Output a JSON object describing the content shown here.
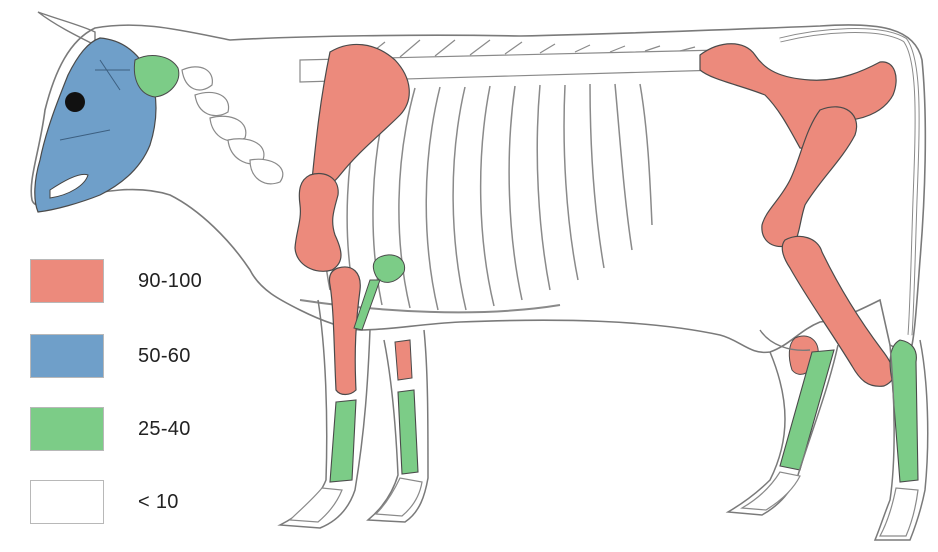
{
  "colors": {
    "high": "#ec8a7c",
    "mid": "#6f9fc9",
    "low": "#7ccc87",
    "none": "#ffffff",
    "outline": "#6b6b6b",
    "bone_line": "#8a8a8a"
  },
  "legend": {
    "items": [
      {
        "label": "90-100",
        "color": "#ec8a7c"
      },
      {
        "label": "50-60",
        "color": "#6f9fc9"
      },
      {
        "label": "25-40",
        "color": "#7ccc87"
      },
      {
        "label": "< 10",
        "color": "#ffffff"
      }
    ]
  }
}
